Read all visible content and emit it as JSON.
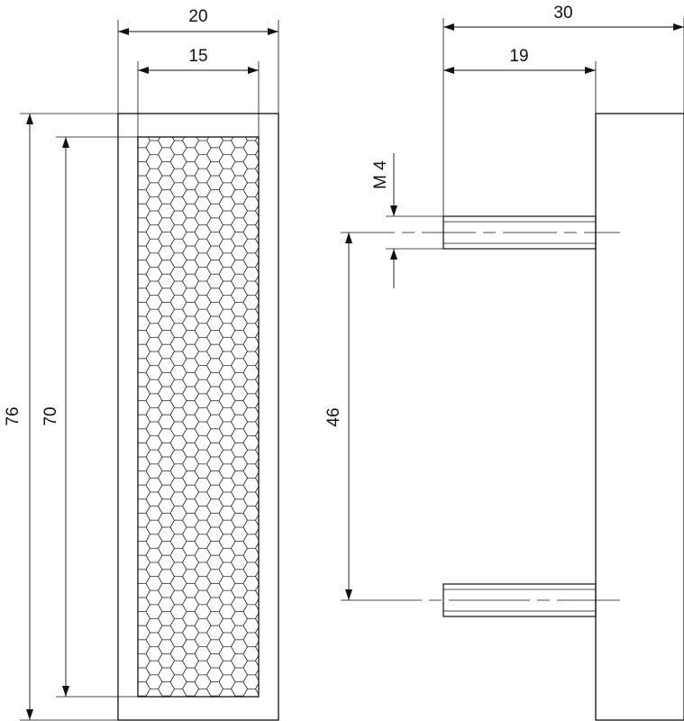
{
  "drawing": {
    "front_view": {
      "dim_total_width": "20",
      "dim_insert_width": "15",
      "dim_total_height": "76",
      "dim_insert_height": "70"
    },
    "side_view": {
      "dim_total_depth": "30",
      "dim_stud_length": "19",
      "thread_label": "M 4",
      "dim_hole_spacing": "46"
    }
  },
  "colors": {
    "line": "#111111",
    "background": "#ffffff"
  }
}
